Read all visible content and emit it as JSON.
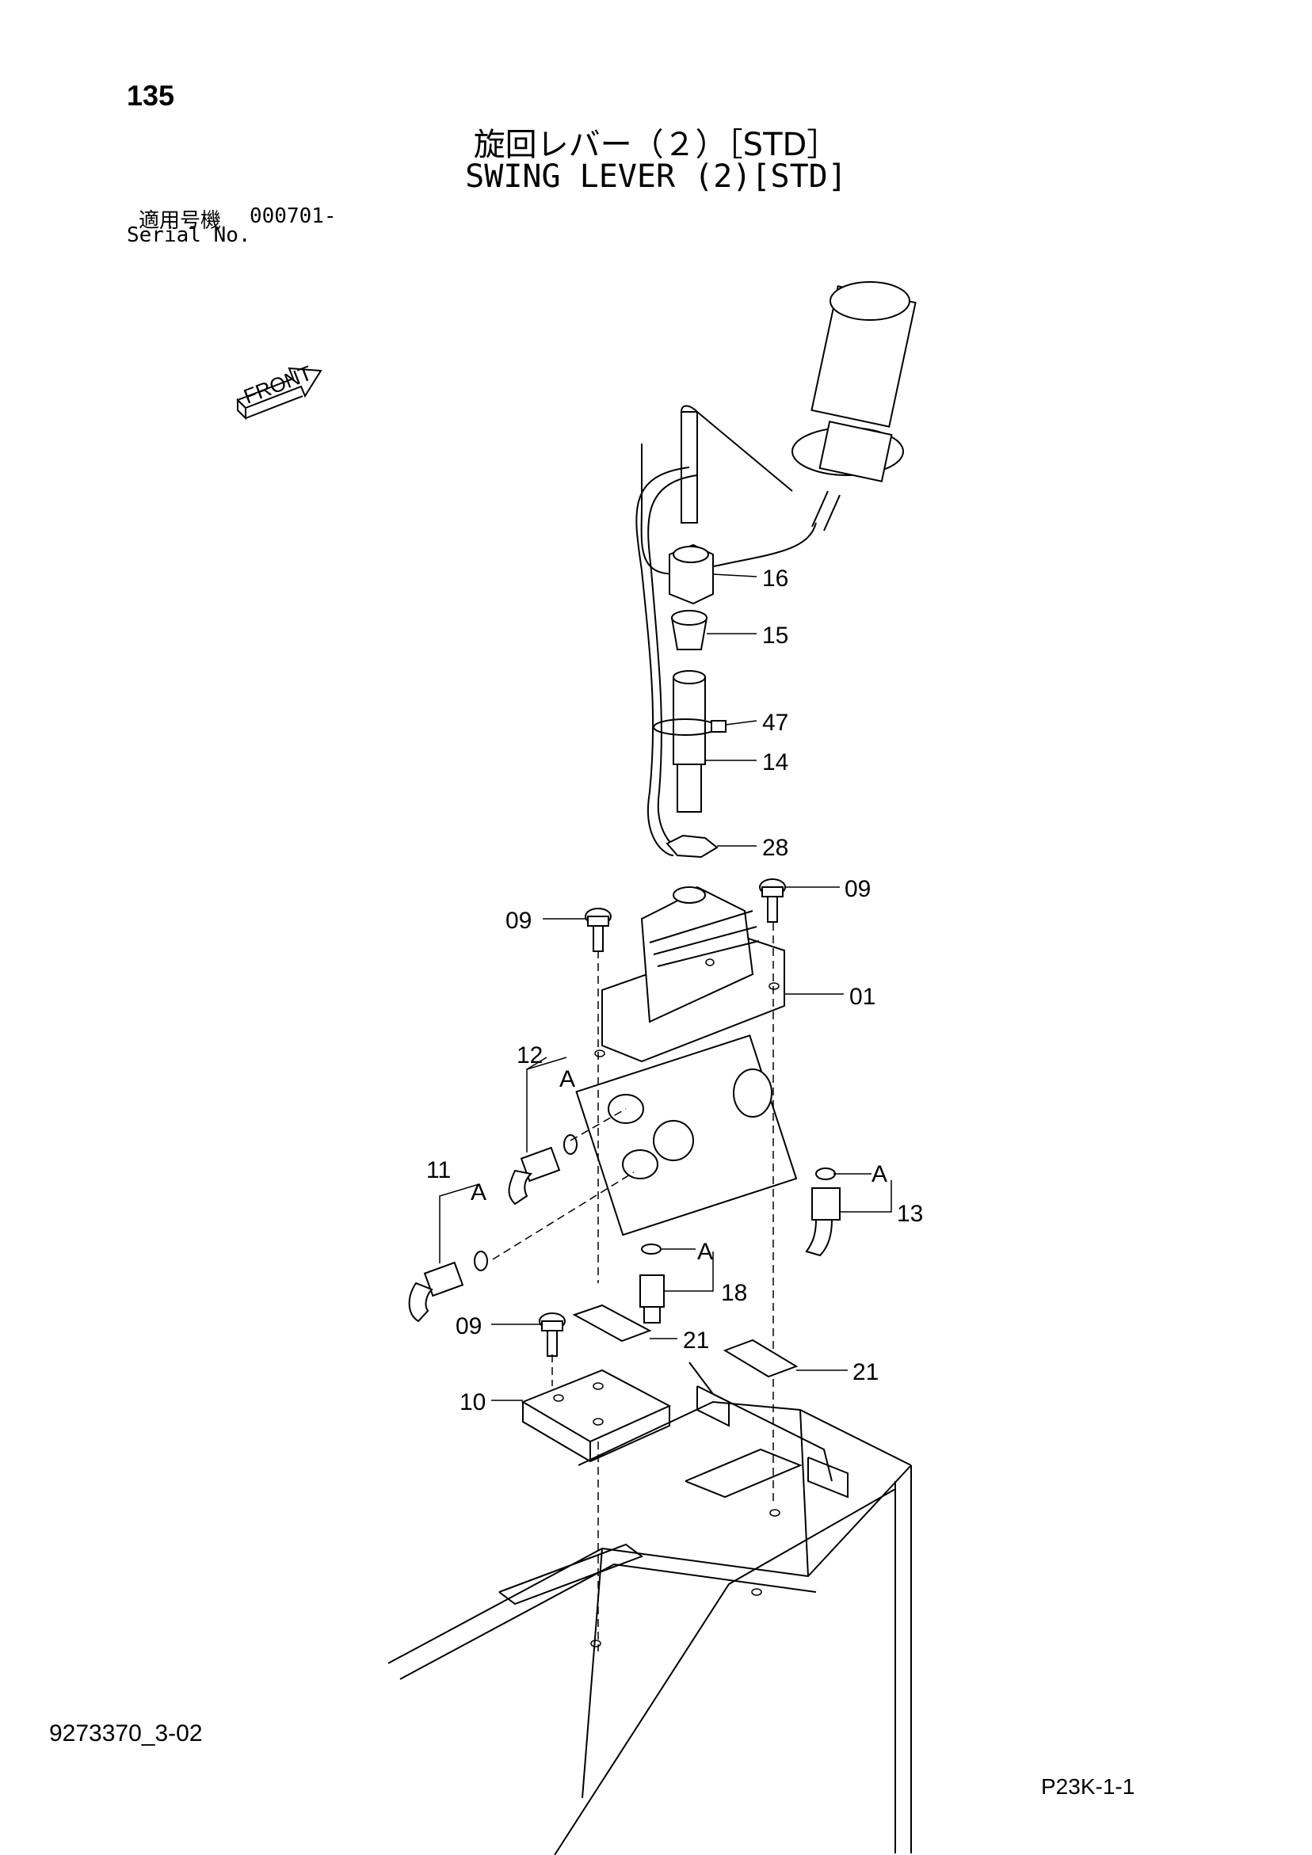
{
  "page_number": "135",
  "title_jp": "旋回レバー（２）［STD］",
  "title_en": "SWING LEVER (2)[STD]",
  "serial": {
    "label_jp": "適用号機",
    "value": "000701-",
    "label_en": "Serial No."
  },
  "front_label": "FRONT",
  "callouts": {
    "c16": "16",
    "c15": "15",
    "c47": "47",
    "c14": "14",
    "c28": "28",
    "c09a": "09",
    "c09b": "09",
    "c09c": "09",
    "c01": "01",
    "c12": "12",
    "c11": "11",
    "c13": "13",
    "c18": "18",
    "c21a": "21",
    "c21b": "21",
    "c10": "10",
    "a1": "A",
    "a2": "A",
    "a3": "A",
    "a4": "A"
  },
  "drawing_number": "9273370_3-02",
  "page_code": "P23K-1-1"
}
